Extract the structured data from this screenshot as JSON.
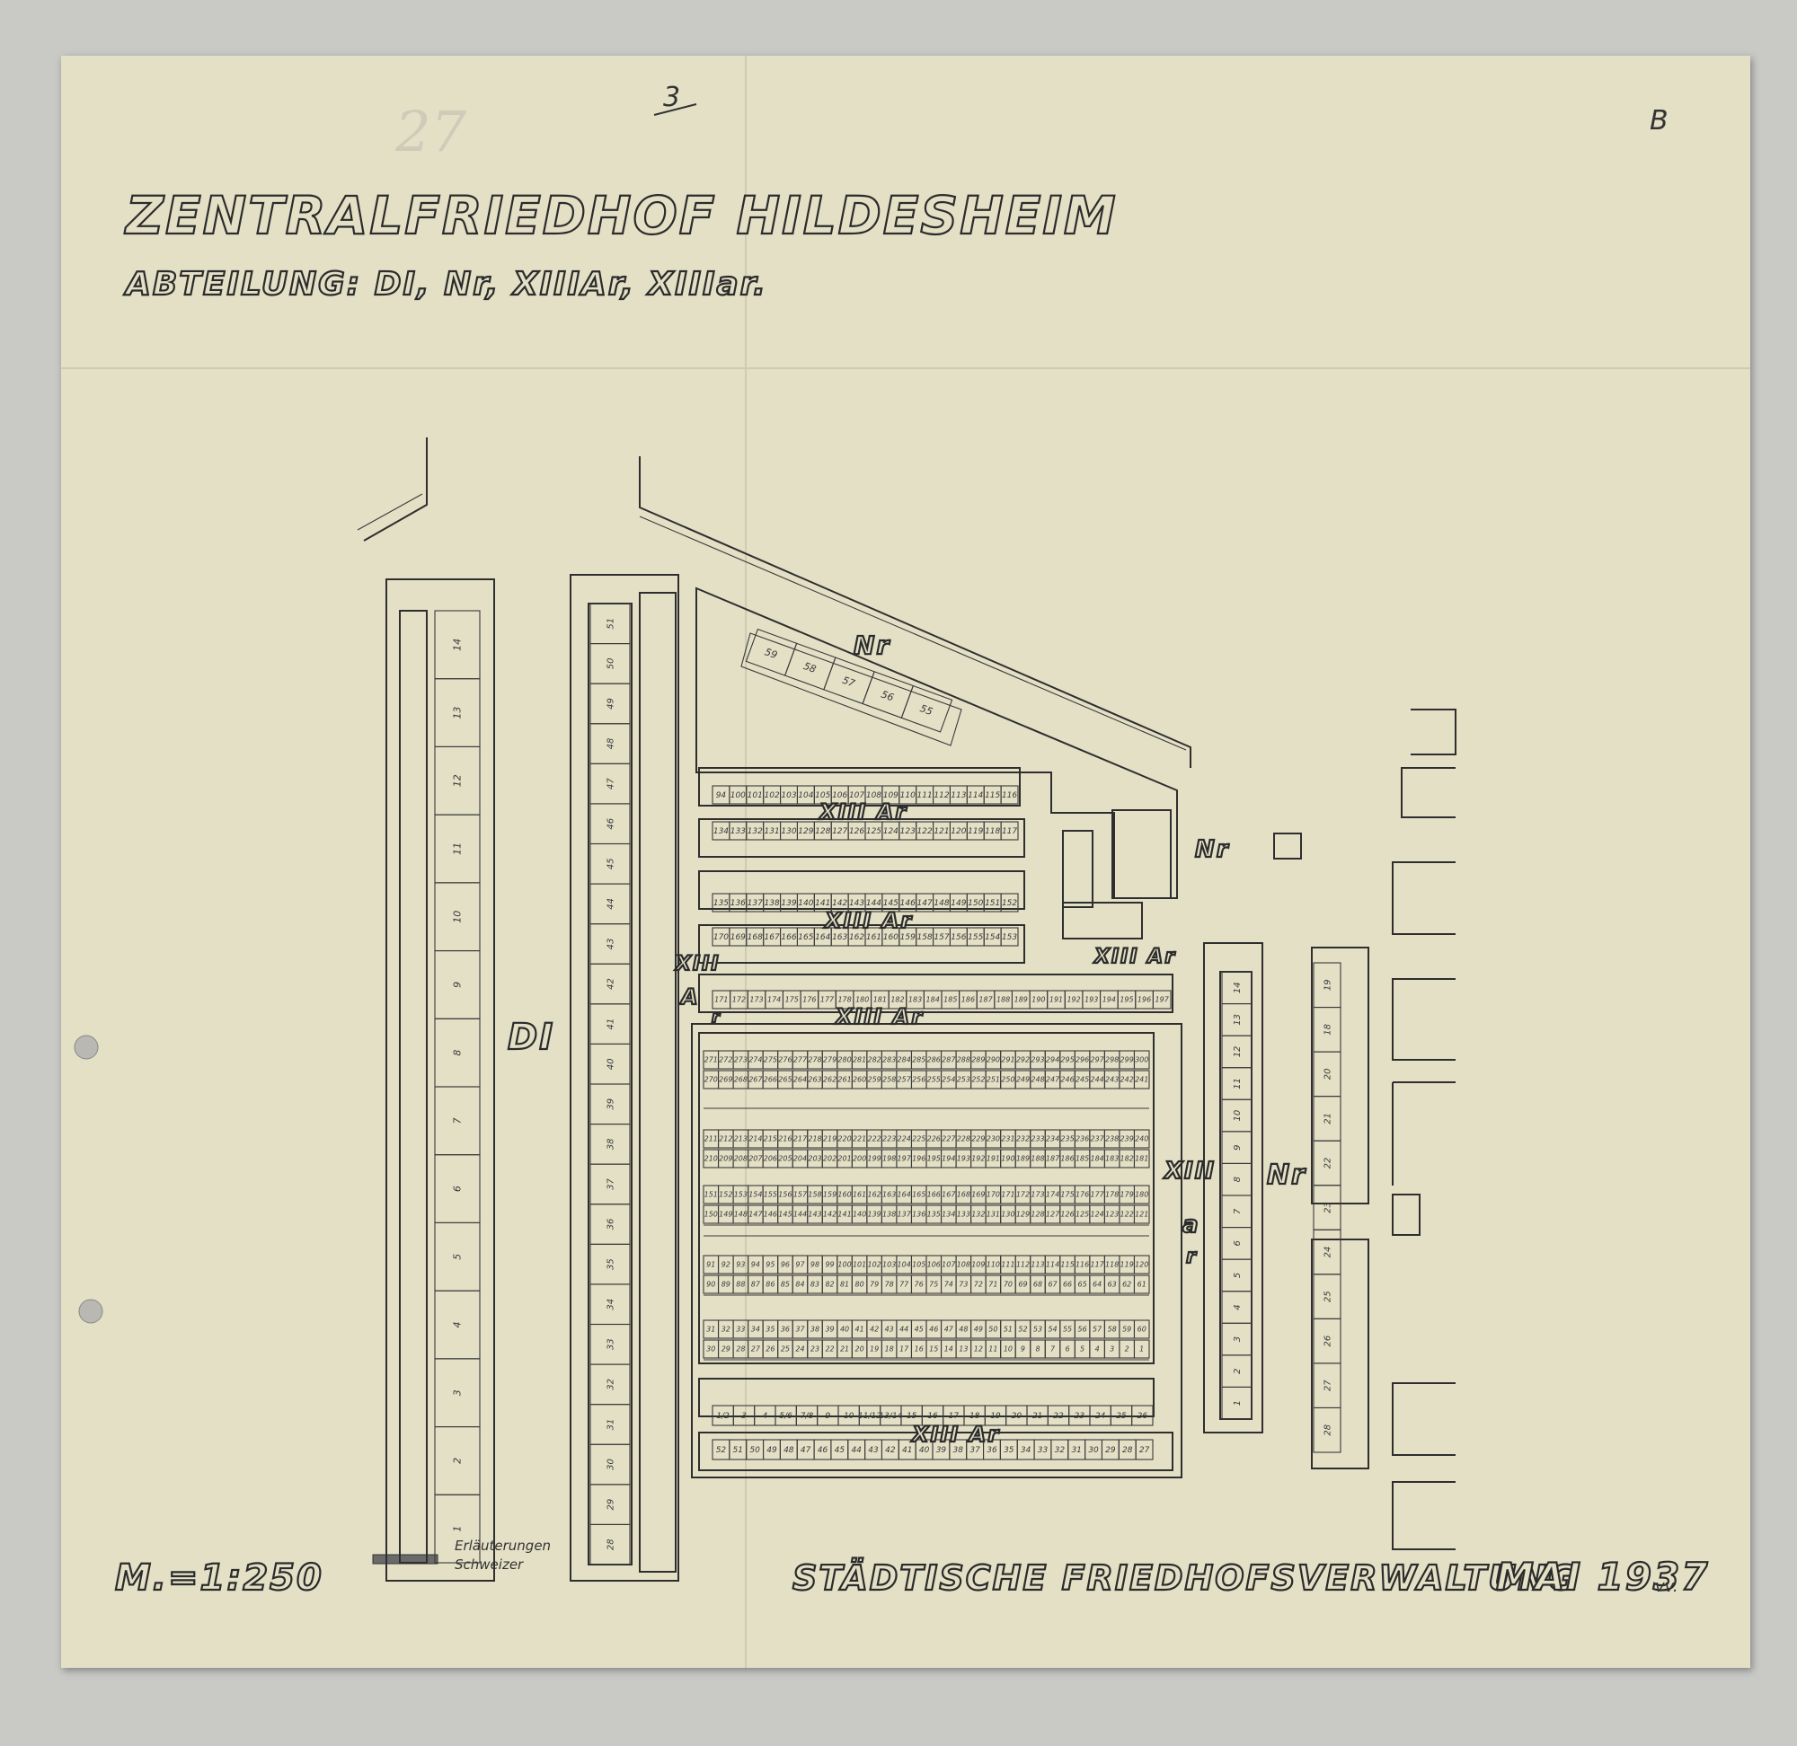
{
  "title": "ZENTRALFRIEDHOF HILDESHEIM",
  "subtitle": "ABTEILUNG: DI, Nr, XIIIAr, XIIIar.",
  "page_marks": {
    "top_center": "3",
    "top_right": "B",
    "faded": "27"
  },
  "scale": "M.=1:250",
  "legend": {
    "line1": "Erläuterungen",
    "line2": "Schweizer"
  },
  "authority": "STÄDTISCHE FRIEDHOFSVERWALTUNG",
  "date": "MAI 1937",
  "date_suffix": "vv.",
  "section_labels": {
    "di": "DI",
    "nr_top": "Nr",
    "nr_mid": "Nr",
    "nr_right": "Nr",
    "xiii_ar_1": "XIII Ar",
    "xiii_ar_2": "XIII Ar",
    "xiii_ar_3": "XIII Ar",
    "xiii_ar_4": "XIII Ar",
    "xiii_ar_5": "XIII Ar",
    "xiii_ar_left_a": "XIII",
    "xiii_ar_left_b": "A",
    "xiii_ar_left_c": "r",
    "xiii_ar_right_a": "XIII",
    "xiii_ar_right_b": "a",
    "xiii_ar_right_c": "r"
  },
  "plot_numbers": {
    "nr_diagonal": [
      "59",
      "58",
      "57",
      "56",
      "55"
    ],
    "row_94_118": [
      "94",
      "100",
      "101",
      "102",
      "103",
      "104",
      "105",
      "106",
      "107",
      "108",
      "109",
      "110",
      "111",
      "112",
      "113",
      "114",
      "115",
      "116"
    ],
    "row_134_118": [
      "134",
      "133",
      "132",
      "131",
      "130",
      "129",
      "128",
      "127",
      "126",
      "125",
      "124",
      "123",
      "122",
      "121",
      "120",
      "119",
      "118",
      "117"
    ],
    "row_135_152": [
      "135",
      "136",
      "137",
      "138",
      "139",
      "140",
      "141",
      "142",
      "143",
      "144",
      "145",
      "146",
      "147",
      "148",
      "149",
      "150",
      "151",
      "152"
    ],
    "row_170_153": [
      "170",
      "169",
      "168",
      "167",
      "166",
      "165",
      "164",
      "163",
      "162",
      "161",
      "160",
      "159",
      "158",
      "157",
      "156",
      "155",
      "154",
      "153"
    ],
    "row_171_197": [
      "171",
      "172",
      "173",
      "174",
      "175",
      "176",
      "177",
      "178",
      "180",
      "181",
      "182",
      "183",
      "184",
      "185",
      "186",
      "187",
      "188",
      "189",
      "190",
      "191",
      "192",
      "193",
      "194",
      "195",
      "196",
      "197"
    ],
    "strip_1_26": [
      "1/2",
      "3",
      "4",
      "5/6",
      "7/8",
      "9",
      "10",
      "11/12",
      "13/14",
      "15",
      "16",
      "17",
      "18",
      "19",
      "20",
      "21",
      "22",
      "23",
      "24",
      "25",
      "26"
    ],
    "strip_52_27": [
      "52",
      "51",
      "50",
      "49",
      "48",
      "47",
      "46",
      "45",
      "44",
      "43",
      "42",
      "41",
      "40",
      "39",
      "38",
      "37",
      "36",
      "35",
      "34",
      "33",
      "32",
      "31",
      "30",
      "29",
      "28",
      "27"
    ],
    "block_rows": [
      [
        "271",
        "272",
        "273",
        "274",
        "275",
        "276",
        "277",
        "278",
        "279",
        "280",
        "281",
        "282",
        "283",
        "284",
        "285",
        "286",
        "287",
        "288",
        "289",
        "290",
        "291",
        "292",
        "293",
        "294",
        "295",
        "296",
        "297",
        "298",
        "299",
        "300"
      ],
      [
        "270",
        "269",
        "268",
        "267",
        "266",
        "265",
        "264",
        "263",
        "262",
        "261",
        "260",
        "259",
        "258",
        "257",
        "256",
        "255",
        "254",
        "253",
        "252",
        "251",
        "250",
        "249",
        "248",
        "247",
        "246",
        "245",
        "244",
        "243",
        "242",
        "241"
      ],
      [
        "211",
        "212",
        "213",
        "214",
        "215",
        "216",
        "217",
        "218",
        "219",
        "220",
        "221",
        "222",
        "223",
        "224",
        "225",
        "226",
        "227",
        "228",
        "229",
        "230",
        "231",
        "232",
        "233",
        "234",
        "235",
        "236",
        "237",
        "238",
        "239",
        "240"
      ],
      [
        "210",
        "209",
        "208",
        "207",
        "206",
        "205",
        "204",
        "203",
        "202",
        "201",
        "200",
        "199",
        "198",
        "197",
        "196",
        "195",
        "194",
        "193",
        "192",
        "191",
        "190",
        "189",
        "188",
        "187",
        "186",
        "185",
        "184",
        "183",
        "182",
        "181"
      ],
      [
        "151",
        "152",
        "153",
        "154",
        "155",
        "156",
        "157",
        "158",
        "159",
        "160",
        "161",
        "162",
        "163",
        "164",
        "165",
        "166",
        "167",
        "168",
        "169",
        "170",
        "171",
        "172",
        "173",
        "174",
        "175",
        "176",
        "177",
        "178",
        "179",
        "180"
      ],
      [
        "150",
        "149",
        "148",
        "147",
        "146",
        "145",
        "144",
        "143",
        "142",
        "141",
        "140",
        "139",
        "138",
        "137",
        "136",
        "135",
        "134",
        "133",
        "132",
        "131",
        "130",
        "129",
        "128",
        "127",
        "126",
        "125",
        "124",
        "123",
        "122",
        "121"
      ],
      [
        "91",
        "92",
        "93",
        "94",
        "95",
        "96",
        "97",
        "98",
        "99",
        "100",
        "101",
        "102",
        "103",
        "104",
        "105",
        "106",
        "107",
        "108",
        "109",
        "110",
        "111",
        "112",
        "113",
        "114",
        "115",
        "116",
        "117",
        "118",
        "119",
        "120"
      ],
      [
        "90",
        "89",
        "88",
        "87",
        "86",
        "85",
        "84",
        "83",
        "82",
        "81",
        "80",
        "79",
        "78",
        "77",
        "76",
        "75",
        "74",
        "73",
        "72",
        "71",
        "70",
        "69",
        "68",
        "67",
        "66",
        "65",
        "64",
        "63",
        "62",
        "61"
      ],
      [
        "31",
        "32",
        "33",
        "34",
        "35",
        "36",
        "37",
        "38",
        "39",
        "40",
        "41",
        "42",
        "43",
        "44",
        "45",
        "46",
        "47",
        "48",
        "49",
        "50",
        "51",
        "52",
        "53",
        "54",
        "55",
        "56",
        "57",
        "58",
        "59",
        "60"
      ],
      [
        "30",
        "29",
        "28",
        "27",
        "26",
        "25",
        "24",
        "23",
        "22",
        "21",
        "20",
        "19",
        "18",
        "17",
        "16",
        "15",
        "14",
        "13",
        "12",
        "11",
        "10",
        "9",
        "8",
        "7",
        "6",
        "5",
        "4",
        "3",
        "2",
        "1"
      ]
    ],
    "di_col1": [
      "14",
      "13",
      "12",
      "11",
      "10",
      "9",
      "8",
      "7",
      "6",
      "5",
      "4",
      "3",
      "2",
      "1"
    ],
    "di_col2": [
      "51",
      "50",
      "49",
      "48",
      "47",
      "46",
      "45",
      "44",
      "43",
      "42",
      "41",
      "40",
      "39",
      "38",
      "37",
      "36",
      "35",
      "34",
      "33",
      "32",
      "31",
      "30",
      "29",
      "28"
    ],
    "xiii_vertical": [
      "14",
      "13",
      "12",
      "11",
      "10",
      "9",
      "8",
      "7",
      "6",
      "5",
      "4",
      "3",
      "2",
      "1"
    ],
    "nr_right_col": [
      "19",
      "18",
      "20",
      "21",
      "22",
      "23",
      "24",
      "25",
      "26",
      "27",
      "28"
    ]
  }
}
